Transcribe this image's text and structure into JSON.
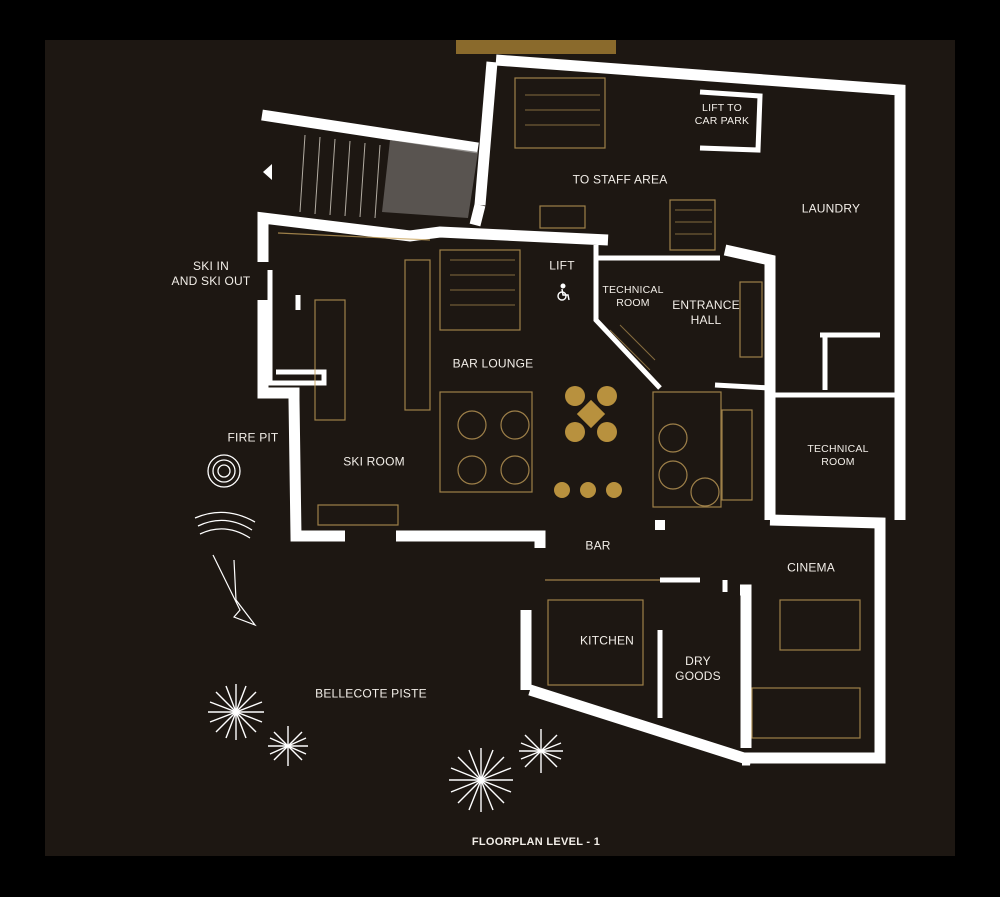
{
  "caption": "FLOORPLAN LEVEL - 1",
  "colors": {
    "background": "#000000",
    "panel": "#1d1712",
    "wall": "#ffffff",
    "furniture": "#c9a45c",
    "accent_gold": "#b8913e"
  },
  "rooms": {
    "ski_in_out": "SKI IN\nAND SKI OUT",
    "fire_pit": "FIRE PIT",
    "ski_room": "SKI ROOM",
    "bar_lounge": "BAR LOUNGE",
    "lift": "LIFT",
    "technical_room_1": "TECHNICAL\nROOM",
    "entrance_hall": "ENTRANCE\nHALL",
    "to_staff_area": "TO STAFF AREA",
    "lift_to_car_park": "LIFT TO\nCAR PARK",
    "laundry": "LAUNDRY",
    "technical_room_2": "TECHNICAL\nROOM",
    "bar": "BAR",
    "cinema": "CINEMA",
    "kitchen": "KITCHEN",
    "dry_goods": "DRY\nGOODS",
    "bellecote_piste": "BELLECOTE PISTE"
  },
  "icons": [
    "back-arrow-icon",
    "wheelchair-icon",
    "fire-pit-icon",
    "firework-icon"
  ]
}
